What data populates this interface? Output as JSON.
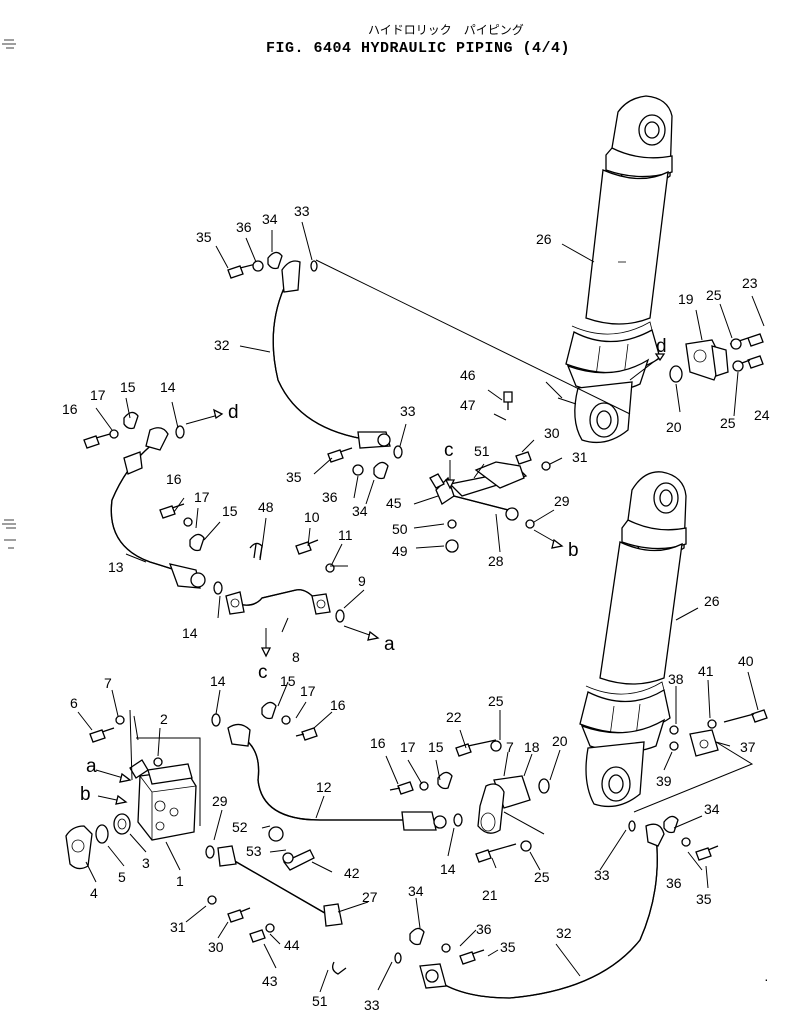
{
  "title": {
    "japanese": "ハイドロリック　パイピング",
    "main": "FIG. 6404  HYDRAULIC PIPING  (4/4)"
  },
  "callouts": [
    {
      "id": "c35a",
      "text": "35"
    },
    {
      "id": "c36a",
      "text": "36"
    },
    {
      "id": "c34a",
      "text": "34"
    },
    {
      "id": "c33a",
      "text": "33"
    },
    {
      "id": "c32a",
      "text": "32"
    },
    {
      "id": "c26a",
      "text": "26"
    },
    {
      "id": "c23",
      "text": "23"
    },
    {
      "id": "c19",
      "text": "19"
    },
    {
      "id": "c25a",
      "text": "25"
    },
    {
      "id": "c24",
      "text": "24"
    },
    {
      "id": "c25b",
      "text": "25"
    },
    {
      "id": "c20a",
      "text": "20"
    },
    {
      "id": "c46",
      "text": "46"
    },
    {
      "id": "c47",
      "text": "47"
    },
    {
      "id": "c33b",
      "text": "33"
    },
    {
      "id": "c30a",
      "text": "30"
    },
    {
      "id": "c31a",
      "text": "31"
    },
    {
      "id": "c51a",
      "text": "51"
    },
    {
      "id": "c16a",
      "text": "16"
    },
    {
      "id": "c17a",
      "text": "17"
    },
    {
      "id": "c15a",
      "text": "15"
    },
    {
      "id": "c14a",
      "text": "14"
    },
    {
      "id": "c35b",
      "text": "35"
    },
    {
      "id": "c36b",
      "text": "36"
    },
    {
      "id": "c34b",
      "text": "34"
    },
    {
      "id": "c45",
      "text": "45"
    },
    {
      "id": "c50",
      "text": "50"
    },
    {
      "id": "c49",
      "text": "49"
    },
    {
      "id": "c28",
      "text": "28"
    },
    {
      "id": "c29a",
      "text": "29"
    },
    {
      "id": "c16b",
      "text": "16"
    },
    {
      "id": "c17b",
      "text": "17"
    },
    {
      "id": "c15b",
      "text": "15"
    },
    {
      "id": "c48",
      "text": "48"
    },
    {
      "id": "c10",
      "text": "10"
    },
    {
      "id": "c11",
      "text": "11"
    },
    {
      "id": "c13",
      "text": "13"
    },
    {
      "id": "c9",
      "text": "9"
    },
    {
      "id": "c14b",
      "text": "14"
    },
    {
      "id": "c8",
      "text": "8"
    },
    {
      "id": "c26b",
      "text": "26"
    },
    {
      "id": "c40",
      "text": "40"
    },
    {
      "id": "c38",
      "text": "38"
    },
    {
      "id": "c41",
      "text": "41"
    },
    {
      "id": "c37",
      "text": "37"
    },
    {
      "id": "c39",
      "text": "39"
    },
    {
      "id": "c7",
      "text": "7"
    },
    {
      "id": "c6",
      "text": "6"
    },
    {
      "id": "c14c",
      "text": "14"
    },
    {
      "id": "c15c",
      "text": "15"
    },
    {
      "id": "c17c",
      "text": "17"
    },
    {
      "id": "c16c",
      "text": "16"
    },
    {
      "id": "c2",
      "text": "2"
    },
    {
      "id": "c22",
      "text": "22"
    },
    {
      "id": "c25c",
      "text": "25"
    },
    {
      "id": "c16d",
      "text": "16"
    },
    {
      "id": "c17d",
      "text": "17"
    },
    {
      "id": "c15d",
      "text": "15"
    },
    {
      "id": "c7b",
      "text": "7"
    },
    {
      "id": "c18",
      "text": "18"
    },
    {
      "id": "c20b",
      "text": "20"
    },
    {
      "id": "c12",
      "text": "12"
    },
    {
      "id": "c29b",
      "text": "29"
    },
    {
      "id": "c52",
      "text": "52"
    },
    {
      "id": "c53",
      "text": "53"
    },
    {
      "id": "c42",
      "text": "42"
    },
    {
      "id": "c14d",
      "text": "14"
    },
    {
      "id": "c21",
      "text": "21"
    },
    {
      "id": "c25d",
      "text": "25"
    },
    {
      "id": "c4",
      "text": "4"
    },
    {
      "id": "c5",
      "text": "5"
    },
    {
      "id": "c3",
      "text": "3"
    },
    {
      "id": "c1",
      "text": "1"
    },
    {
      "id": "c27",
      "text": "27"
    },
    {
      "id": "c31b",
      "text": "31"
    },
    {
      "id": "c30b",
      "text": "30"
    },
    {
      "id": "c44",
      "text": "44"
    },
    {
      "id": "c43",
      "text": "43"
    },
    {
      "id": "c51b",
      "text": "51"
    },
    {
      "id": "c34c",
      "text": "34"
    },
    {
      "id": "c36c",
      "text": "36"
    },
    {
      "id": "c35c",
      "text": "35"
    },
    {
      "id": "c33c",
      "text": "33"
    },
    {
      "id": "c32b",
      "text": "32"
    },
    {
      "id": "c34d",
      "text": "34"
    },
    {
      "id": "c36d",
      "text": "36"
    },
    {
      "id": "c35d",
      "text": "35"
    },
    {
      "id": "c33d",
      "text": "33"
    }
  ],
  "connection_letters": [
    {
      "id": "ld1",
      "text": "d"
    },
    {
      "id": "ld2",
      "text": "d"
    },
    {
      "id": "lc1",
      "text": "c"
    },
    {
      "id": "lc2",
      "text": "c"
    },
    {
      "id": "lb1",
      "text": "b"
    },
    {
      "id": "lb2",
      "text": "b"
    },
    {
      "id": "la1",
      "text": "a"
    },
    {
      "id": "la2",
      "text": "a"
    }
  ]
}
